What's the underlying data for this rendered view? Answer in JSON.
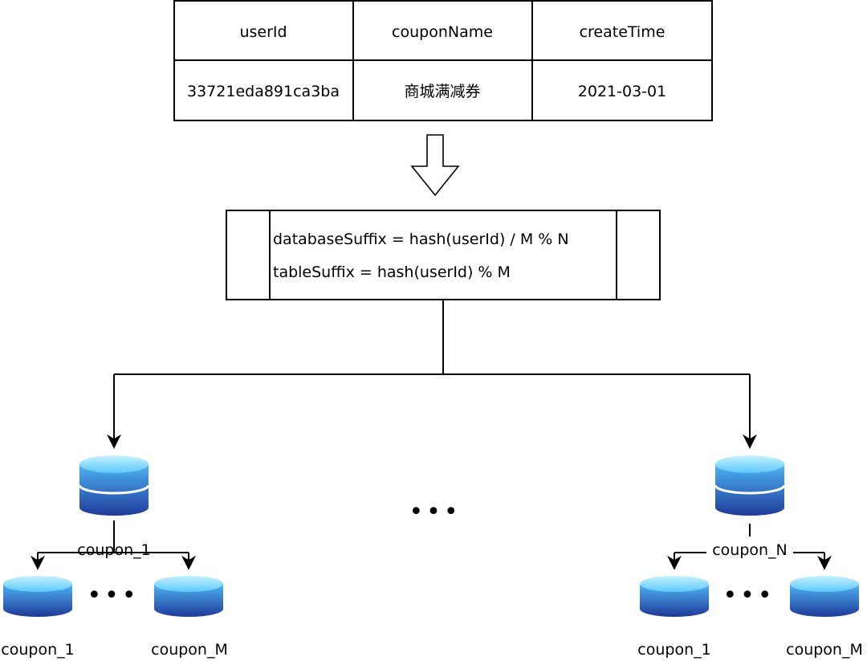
{
  "record_table": {
    "headers": [
      "userId",
      "couponName",
      "createTime"
    ],
    "row": [
      "33721eda891ca3ba",
      "商城满减券",
      "2021-03-01"
    ]
  },
  "routing": {
    "database_formula": "databaseSuffix = hash(userId) / M % N",
    "table_formula": "tableSuffix = hash(userId) % M"
  },
  "databases": [
    {
      "name": "coupon_1",
      "tables": [
        "coupon_1",
        "coupon_M"
      ]
    },
    {
      "name": "coupon_N",
      "tables": [
        "coupon_1",
        "coupon_M"
      ]
    }
  ],
  "ellipsis": "•••",
  "colors": {
    "db_top": "#7fd8ff",
    "db_body_light": "#3fa2ee",
    "db_body_dark": "#1c3f9c",
    "line": "#000000"
  }
}
